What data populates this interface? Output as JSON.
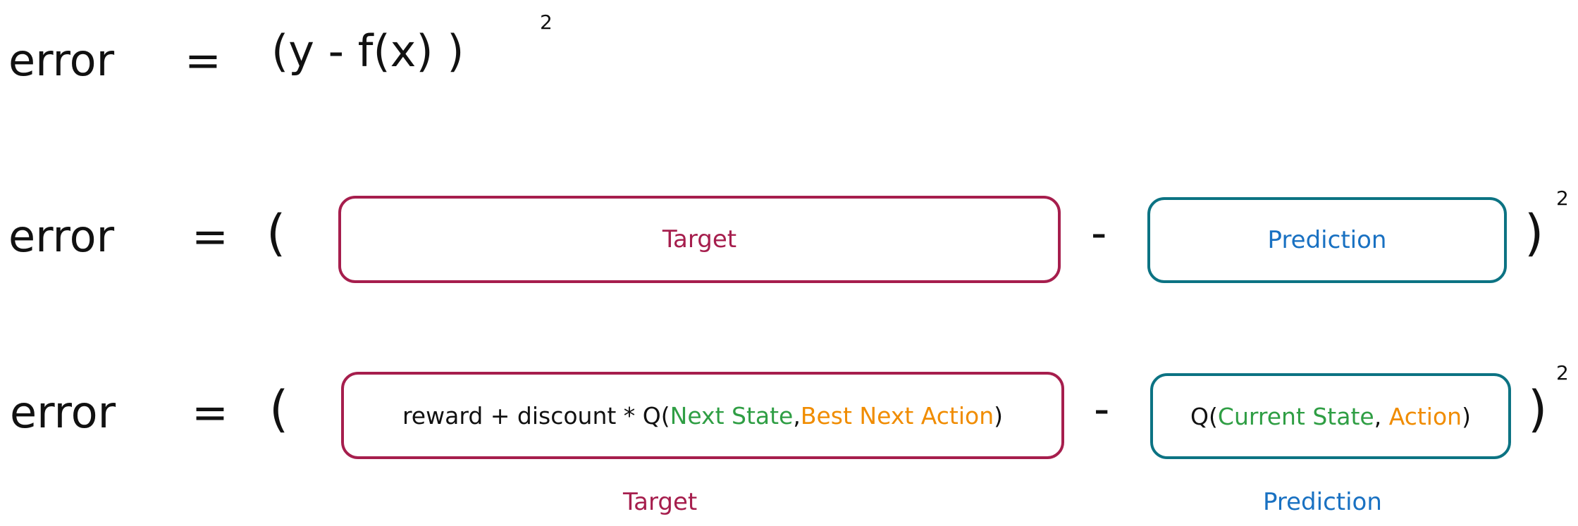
{
  "row1": {
    "lhs": "error",
    "equals": "=",
    "rhs": "(y - f(x) )",
    "exponent": "2"
  },
  "row2": {
    "lhs": "error",
    "equals": "=",
    "open_paren": "(",
    "target_label": "Target",
    "minus": "-",
    "prediction_label": "Prediction",
    "close_paren": ")",
    "exponent": "2"
  },
  "row3": {
    "lhs": "error",
    "equals": "=",
    "open_paren": "(",
    "target_expr": {
      "prefix": "reward + discount * Q(",
      "next_state": "Next State",
      "comma": ",",
      "best_next_action": "Best Next Action",
      "suffix": ")"
    },
    "minus": "-",
    "prediction_expr": {
      "prefix": "Q(",
      "current_state": "Current State",
      "comma": ",",
      "action": "Action",
      "suffix": ")"
    },
    "close_paren": ")",
    "exponent": "2",
    "target_caption": "Target",
    "prediction_caption": "Prediction"
  },
  "colors": {
    "target": "#a61e4d",
    "target_box": "#a61e4d",
    "prediction": "#1971c2",
    "prediction_box": "#0c7383",
    "state": "#2f9e44",
    "action": "#f08c00"
  }
}
